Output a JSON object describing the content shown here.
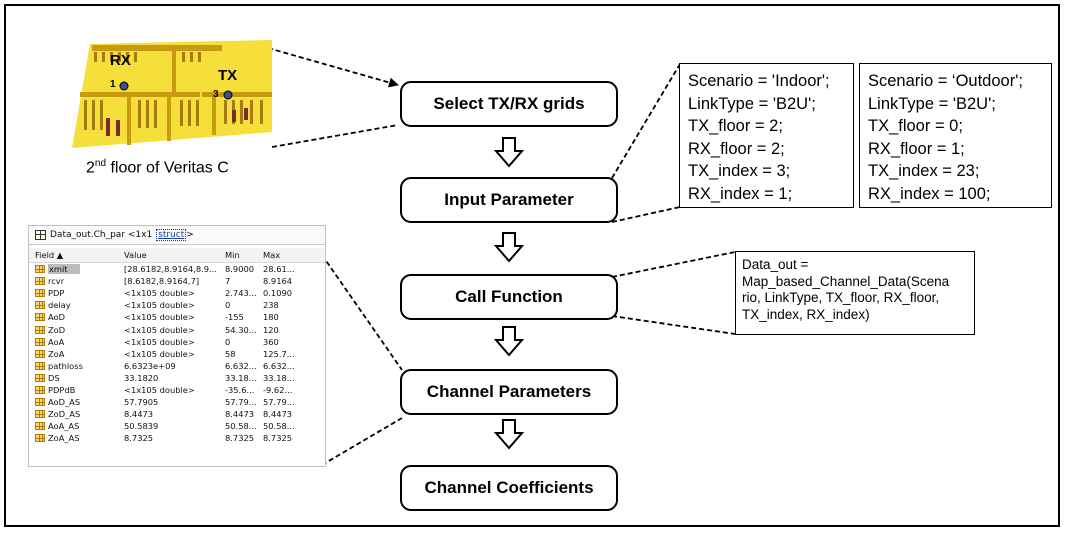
{
  "floorplan": {
    "rx_label": "RX",
    "tx_label": "TX",
    "rx_point": "1",
    "tx_point": "3",
    "caption_prefix": "2",
    "caption_sup": "nd",
    "caption_rest": " floor of Veritas C"
  },
  "flow": [
    {
      "label": "Select TX/RX grids"
    },
    {
      "label": "Input Parameter"
    },
    {
      "label": "Call Function"
    },
    {
      "label": "Channel Parameters"
    },
    {
      "label": "Channel Coefficients"
    }
  ],
  "indoor_params": [
    "Scenario = 'Indoor';",
    "LinkType = 'B2U';",
    "TX_floor = 2;",
    "RX_floor = 2;",
    "TX_index = 3;",
    "RX_index = 1;"
  ],
  "outdoor_params": [
    "Scenario = ‘Outdoor';",
    "LinkType = 'B2U';",
    "TX_floor = 0;",
    "RX_floor = 1;",
    "TX_index = 23;",
    "RX_index = 100;"
  ],
  "call_function": [
    "Data_out =",
    "Map_based_Channel_Data(Scena",
    "rio, LinkType, TX_floor, RX_floor,",
    "TX_index, RX_index)"
  ],
  "variable_editor": {
    "title": "Data_out.Ch_par <1x1 ",
    "title_link": "struct",
    "title_end": ">",
    "columns": [
      "Field ▲",
      "Value",
      "Min",
      "Max"
    ],
    "rows": [
      {
        "field": "xmit",
        "value": "[28.6182,8.9164,8.9...",
        "min": "8.9000",
        "max": "28.61..."
      },
      {
        "field": "rcvr",
        "value": "[8.6182,8.9164,7]",
        "min": "7",
        "max": "8.9164"
      },
      {
        "field": "PDP",
        "value": "<1x105 double>",
        "min": "2.743...",
        "max": "0.1090"
      },
      {
        "field": "delay",
        "value": "<1x105 double>",
        "min": "0",
        "max": "238"
      },
      {
        "field": "AoD",
        "value": "<1x105 double>",
        "min": "-155",
        "max": "180"
      },
      {
        "field": "ZoD",
        "value": "<1x105 double>",
        "min": "54.30...",
        "max": "120"
      },
      {
        "field": "AoA",
        "value": "<1x105 double>",
        "min": "0",
        "max": "360"
      },
      {
        "field": "ZoA",
        "value": "<1x105 double>",
        "min": "58",
        "max": "125.7..."
      },
      {
        "field": "pathloss",
        "value": "6.6323e+09",
        "min": "6.632...",
        "max": "6.632..."
      },
      {
        "field": "DS",
        "value": "33.1820",
        "min": "33.18...",
        "max": "33.18..."
      },
      {
        "field": "PDPdB",
        "value": "<1x105 double>",
        "min": "-35.6...",
        "max": "-9.62..."
      },
      {
        "field": "AoD_AS",
        "value": "57.7905",
        "min": "57.79...",
        "max": "57.79..."
      },
      {
        "field": "ZoD_AS",
        "value": "8.4473",
        "min": "8.4473",
        "max": "8.4473"
      },
      {
        "field": "AoA_AS",
        "value": "50.5839",
        "min": "50.58...",
        "max": "50.58..."
      },
      {
        "field": "ZoA_AS",
        "value": "8.7325",
        "min": "8.7325",
        "max": "8.7325"
      }
    ]
  },
  "colors": {
    "floor_yellow": "#f2d21c",
    "floor_dark": "#9a7a12",
    "icon_gold": "#f5d57a"
  }
}
